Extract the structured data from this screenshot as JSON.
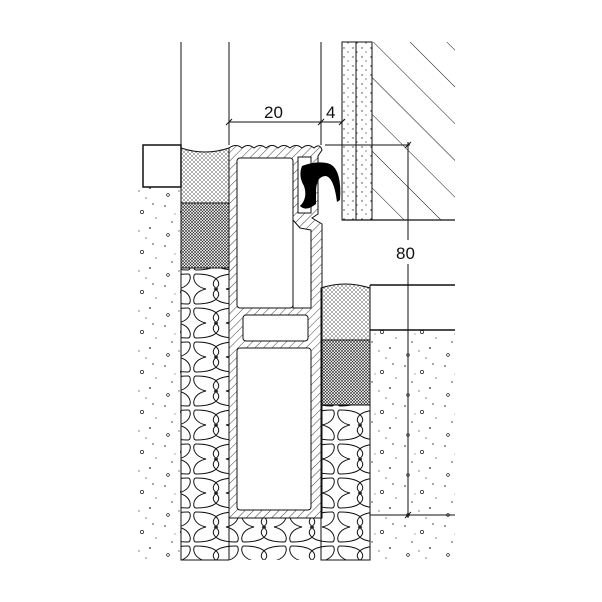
{
  "drawing": {
    "dimensions": {
      "profile_width": "20",
      "gap_width": "4",
      "height": "80"
    },
    "colors": {
      "line": "#111111",
      "background": "#ffffff",
      "gasket": "#000000"
    }
  }
}
